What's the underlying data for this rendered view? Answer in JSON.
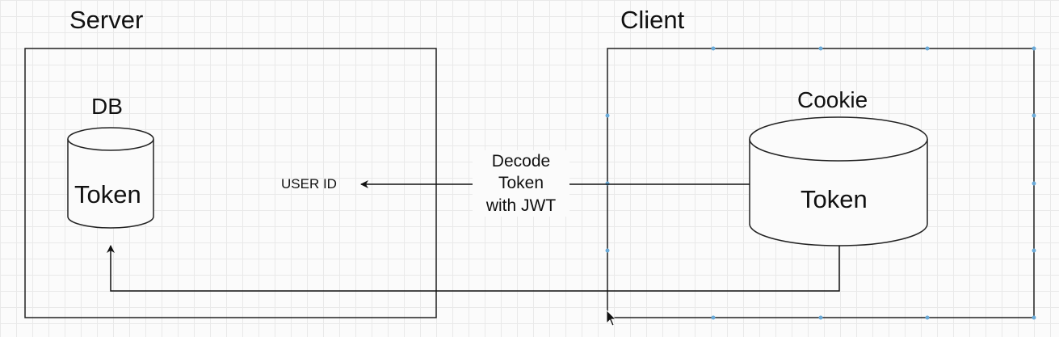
{
  "diagram": {
    "server": {
      "title": "Server",
      "db_label": "DB",
      "db_content": "Token"
    },
    "client": {
      "title": "Client",
      "cookie_label": "Cookie",
      "cookie_content": "Token"
    },
    "flow": {
      "user_id_label": "USER ID",
      "decode_lines": [
        "Decode",
        "Token",
        "with JWT"
      ]
    }
  }
}
